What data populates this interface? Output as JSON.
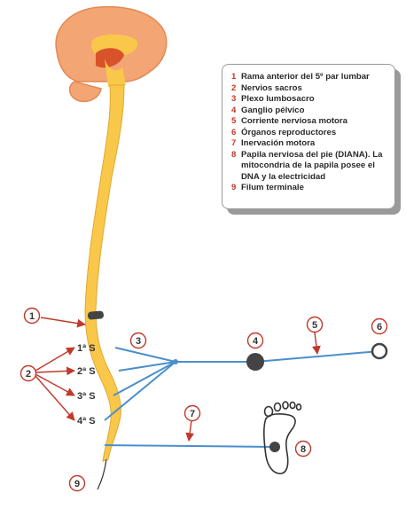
{
  "legend": {
    "items": [
      {
        "num": "1",
        "text": "Rama anterior del 5º par lumbar"
      },
      {
        "num": "2",
        "text": "Nervios sacros"
      },
      {
        "num": "3",
        "text": "Plexo lumbosacro"
      },
      {
        "num": "4",
        "text": "Ganglio pélvico"
      },
      {
        "num": "5",
        "text": "Corriente nerviosa motora"
      },
      {
        "num": "6",
        "text": "Órganos reproductores"
      },
      {
        "num": "7",
        "text": "Inervación motora"
      },
      {
        "num": "8",
        "text": "Papila nerviosa del pie (DIANA). La mitocondria de la papila posee el DNA y la electricidad"
      },
      {
        "num": "9",
        "text": "Filum terminale"
      }
    ]
  },
  "markers": [
    "1",
    "2",
    "3",
    "4",
    "5",
    "6",
    "7",
    "8",
    "9"
  ],
  "sacral_labels": [
    "1ª S",
    "2ª S",
    "3ª S",
    "4ª S"
  ],
  "colors": {
    "brain": "#f4a574",
    "brain_inner": "#d9532a",
    "spine": "#f9c84a",
    "nerve": "#4a8fcb",
    "marker": "#c0392b",
    "arrow": "#c0392b",
    "node": "#444444"
  }
}
